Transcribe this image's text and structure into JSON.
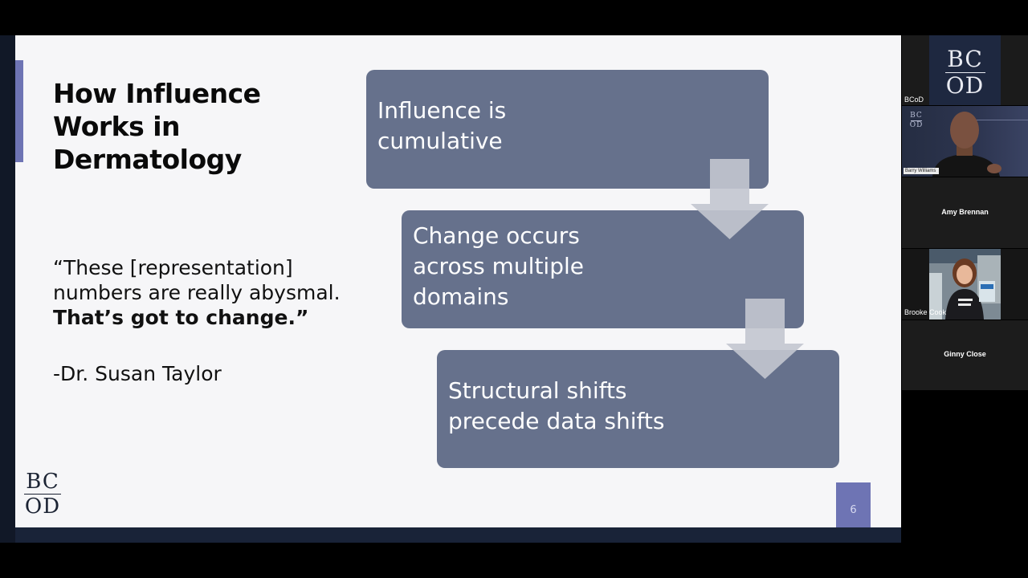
{
  "slide": {
    "title": "How Influence Works in Dermatology",
    "quote_regular": "“These [representation] numbers are really abysmal. ",
    "quote_bold": "That’s got to change.”",
    "attribution": "-Dr. Susan Taylor",
    "logo": {
      "top": "BC",
      "bottom": "OD"
    },
    "page_number": "6",
    "process_steps": [
      {
        "lines": [
          "Influence is",
          "cumulative"
        ]
      },
      {
        "lines": [
          "Change occurs",
          "across multiple",
          "domains"
        ]
      },
      {
        "lines": [
          "Structural shifts",
          "precede data shifts"
        ]
      }
    ],
    "colors": {
      "box_fill": "#66718c",
      "arrow_fill": "#c3c6cf",
      "accent": "#6e74b4",
      "background": "#f6f6f8"
    }
  },
  "participants": [
    {
      "name": "BCoD",
      "logo": {
        "top": "BC",
        "bottom": "OD"
      }
    },
    {
      "name": "Barry Williams"
    },
    {
      "name": "Amy Brennan"
    },
    {
      "name": "Brooke Cook"
    },
    {
      "name": "Ginny Close"
    }
  ]
}
